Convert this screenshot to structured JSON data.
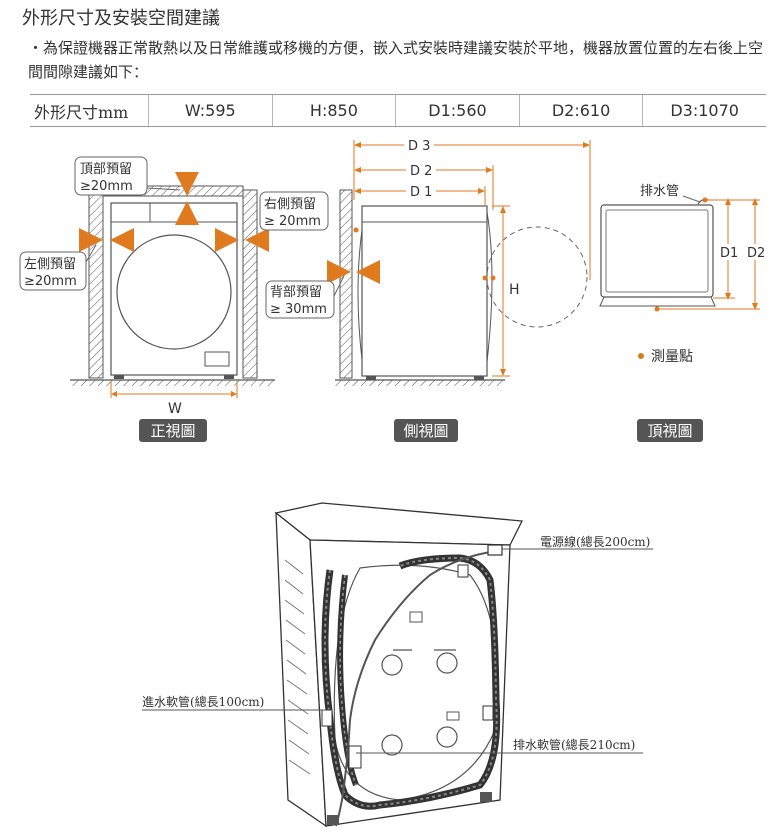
{
  "title": "外形尺寸及安裝空間建議",
  "note": "・為保證機器正常散熱以及日常維護或移機的方便，嵌入式安裝時建議安裝於平地，機器放置位置的左右後上空間間隙建議如下：",
  "dims_table": {
    "header": "外形尺寸mm",
    "cells": [
      "W:595",
      "H:850",
      "D1:560",
      "D2:610",
      "D3:1070"
    ]
  },
  "front_view": {
    "caption": "正視圖",
    "top_clearance": [
      "頂部預留",
      "≥20mm"
    ],
    "right_clearance": [
      "右側預留",
      "≥ 20mm"
    ],
    "left_clearance": [
      "左側預留",
      "≥20mm"
    ],
    "width_label": "W"
  },
  "side_view": {
    "caption": "側視圖",
    "back_clearance": [
      "背部預留",
      "≥ 30mm"
    ],
    "d3": "D 3",
    "d2": "D 2",
    "d1": "D 1",
    "height_label": "H"
  },
  "top_view": {
    "caption": "頂視圖",
    "drain_label": "排水管",
    "d1": "D1",
    "d2": "D2",
    "legend": "測量點"
  },
  "rear_view": {
    "power_cord": "電源線(總長200cm)",
    "inlet_hose": "進水軟管(總長100cm)",
    "drain_hose": "排水軟管(總長210cm)"
  },
  "colors": {
    "accent": "#e07a1f",
    "caption_bg": "#555555",
    "line": "#444444"
  }
}
